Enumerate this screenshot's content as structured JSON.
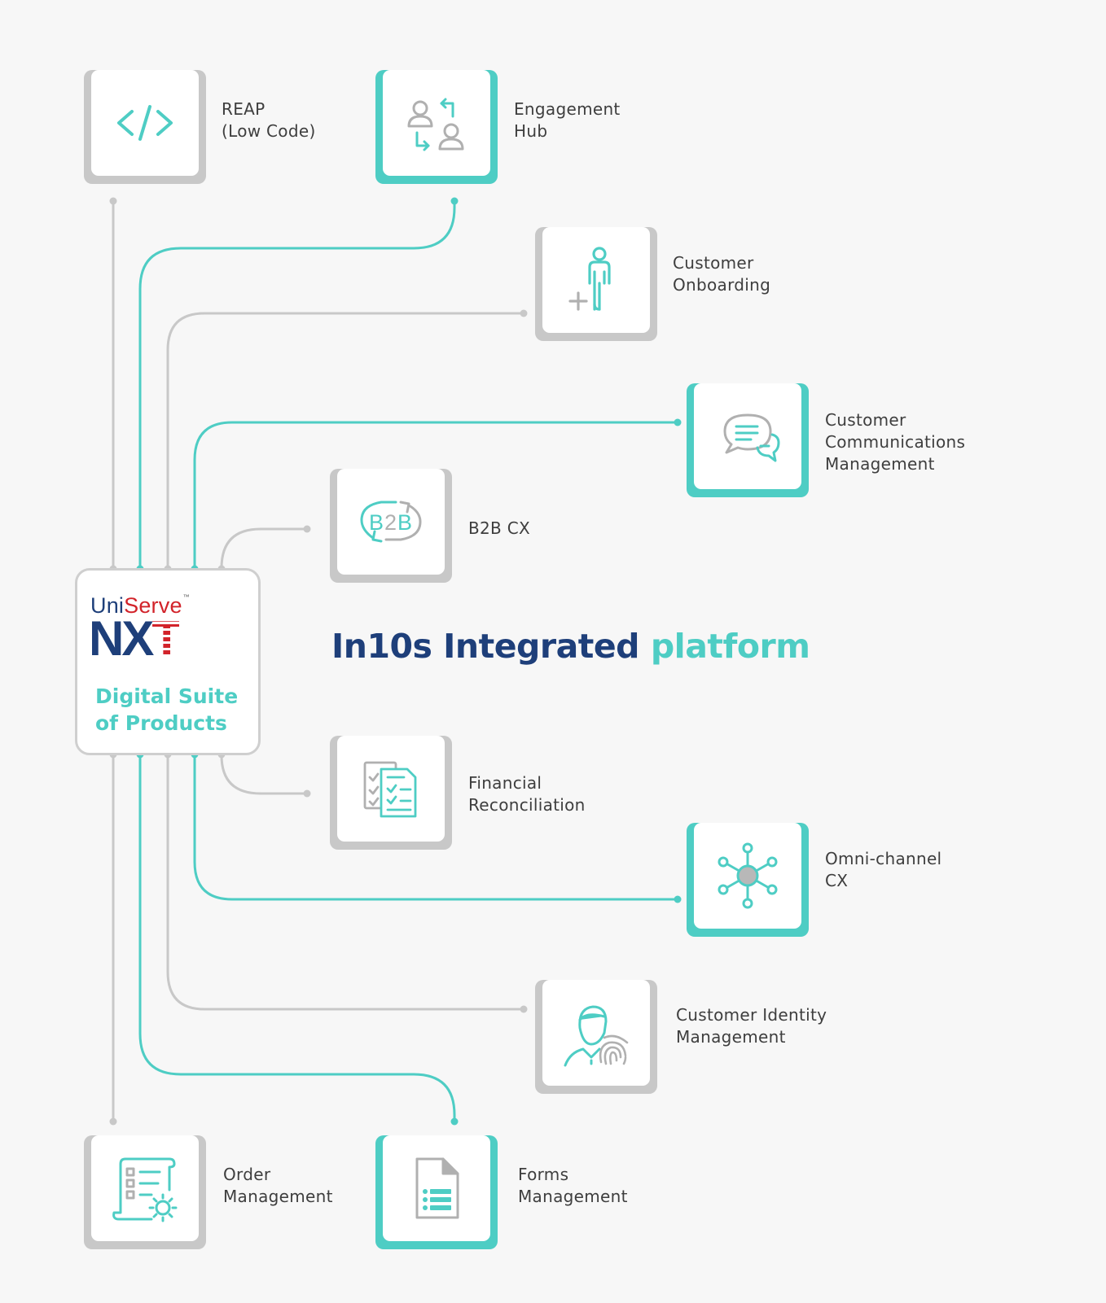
{
  "colors": {
    "teal": "#4ecdc4",
    "gray": "#c8c8c8",
    "navy": "#1e3f7a",
    "red": "#d2232a",
    "text": "#3e3e3e"
  },
  "hub": {
    "brand_uni": "Uni",
    "brand_serve": "Serve",
    "brand_tm": "™",
    "brand_nx": "NX",
    "brand_t": "T",
    "subtitle": "Digital Suite\nof Products"
  },
  "headline": {
    "part1": "In10s Integrated",
    "part2": "platform"
  },
  "nodes": [
    {
      "id": "reap",
      "label": "REAP\n(Low Code)",
      "icon": "code-icon",
      "style": "gray"
    },
    {
      "id": "engagement-hub",
      "label": "Engagement\nHub",
      "icon": "user-exchange-icon",
      "style": "teal"
    },
    {
      "id": "customer-onboarding",
      "label": "Customer\nOnboarding",
      "icon": "person-add-icon",
      "style": "gray"
    },
    {
      "id": "ccm",
      "label": "Customer\nCommunications\nManagement",
      "icon": "chat-bubbles-icon",
      "style": "teal"
    },
    {
      "id": "b2b-cx",
      "label": "B2B CX",
      "icon": "b2b-cycle-icon",
      "style": "gray"
    },
    {
      "id": "financial-reconciliation",
      "label": "Financial\nReconciliation",
      "icon": "checklist-documents-icon",
      "style": "gray"
    },
    {
      "id": "omni-channel-cx",
      "label": "Omni-channel\nCX",
      "icon": "network-hub-icon",
      "style": "teal"
    },
    {
      "id": "customer-identity",
      "label": "Customer Identity\nManagement",
      "icon": "fingerprint-user-icon",
      "style": "gray"
    },
    {
      "id": "order-management",
      "label": "Order\nManagement",
      "icon": "order-settings-icon",
      "style": "gray"
    },
    {
      "id": "forms-management",
      "label": "Forms\nManagement",
      "icon": "form-document-icon",
      "style": "teal"
    }
  ]
}
